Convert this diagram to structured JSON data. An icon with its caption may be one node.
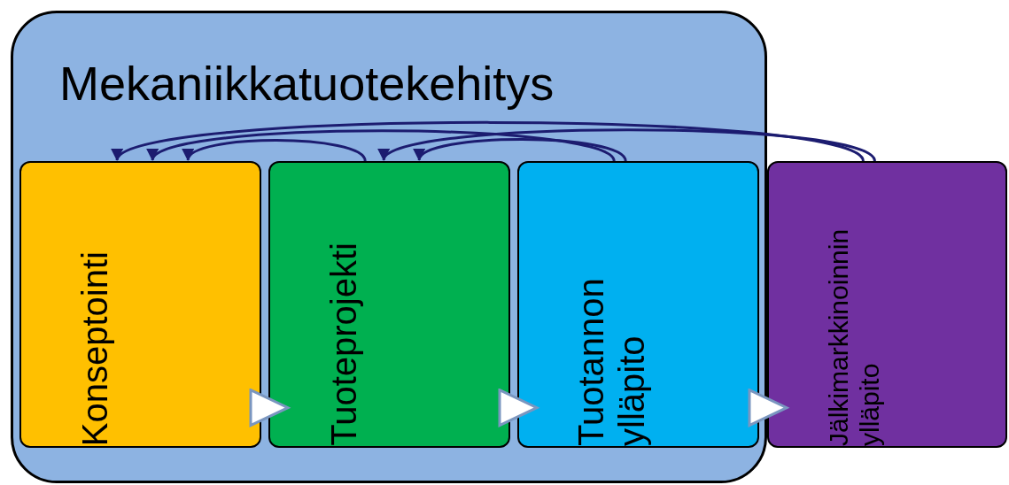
{
  "diagram": {
    "nodes": [
      {
        "text": [
          "Mekaniikkatuotekehitys"
        ]
      },
      {
        "text": [
          "Konseptointi"
        ],
        "in": 0
      },
      {
        "text": [
          "Tuoteprojekti"
        ],
        "in": 0
      },
      {
        "text": [
          "Tuotannon ylläpito"
        ],
        "in": 0
      },
      {
        "text": [
          "Jälkimarkkinoinnin ylläpito"
        ]
      }
    ],
    "edges": [
      {
        "from": 1,
        "to": 2,
        "arrow": "to",
        "color": "#ffffff"
      },
      {
        "from": 2,
        "to": 3,
        "arrow": "to",
        "color": "#ffffff"
      },
      {
        "from": 3,
        "to": 4,
        "arrow": "to",
        "color": "#ffffff"
      },
      {
        "from": 2,
        "to": 1,
        "arrow": "to"
      },
      {
        "from": 3,
        "to": 1,
        "arrow": "to"
      },
      {
        "from": 3,
        "to": 2,
        "arrow": "to"
      },
      {
        "from": 4,
        "to": 1,
        "arrow": "to"
      },
      {
        "from": 4,
        "to": 2,
        "arrow": "to"
      }
    ]
  }
}
